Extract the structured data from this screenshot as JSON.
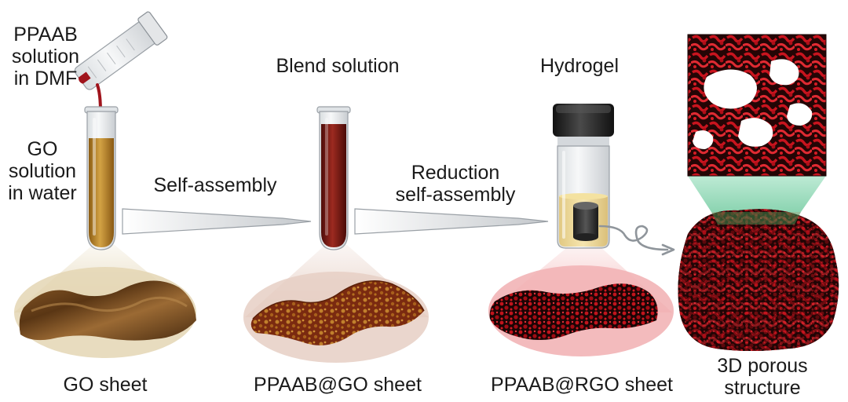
{
  "labels": {
    "ppaab_solution": [
      "PPAAB",
      "solution",
      "in DMF"
    ],
    "go_solution": [
      "GO",
      "solution",
      "in water"
    ],
    "blend_solution": "Blend solution",
    "hydrogel": "Hydrogel",
    "self_assembly": "Self-assembly",
    "reduction": [
      "Reduction",
      "self-assembly"
    ],
    "go_sheet": "GO sheet",
    "ppaab_go_sheet": "PPAAB@GO sheet",
    "ppaab_rgo_sheet": "PPAAB@RGO sheet",
    "porous_structure": [
      "3D porous",
      "structure"
    ]
  },
  "colors": {
    "go_liquid": "#b8862a",
    "blend_liquid": "#7a1a14",
    "ppaab_red": "#b0101a",
    "sheet_brown": "#6b4420",
    "zoom_teal": "#8fd8b8",
    "cap_black": "#1f1f1f"
  }
}
